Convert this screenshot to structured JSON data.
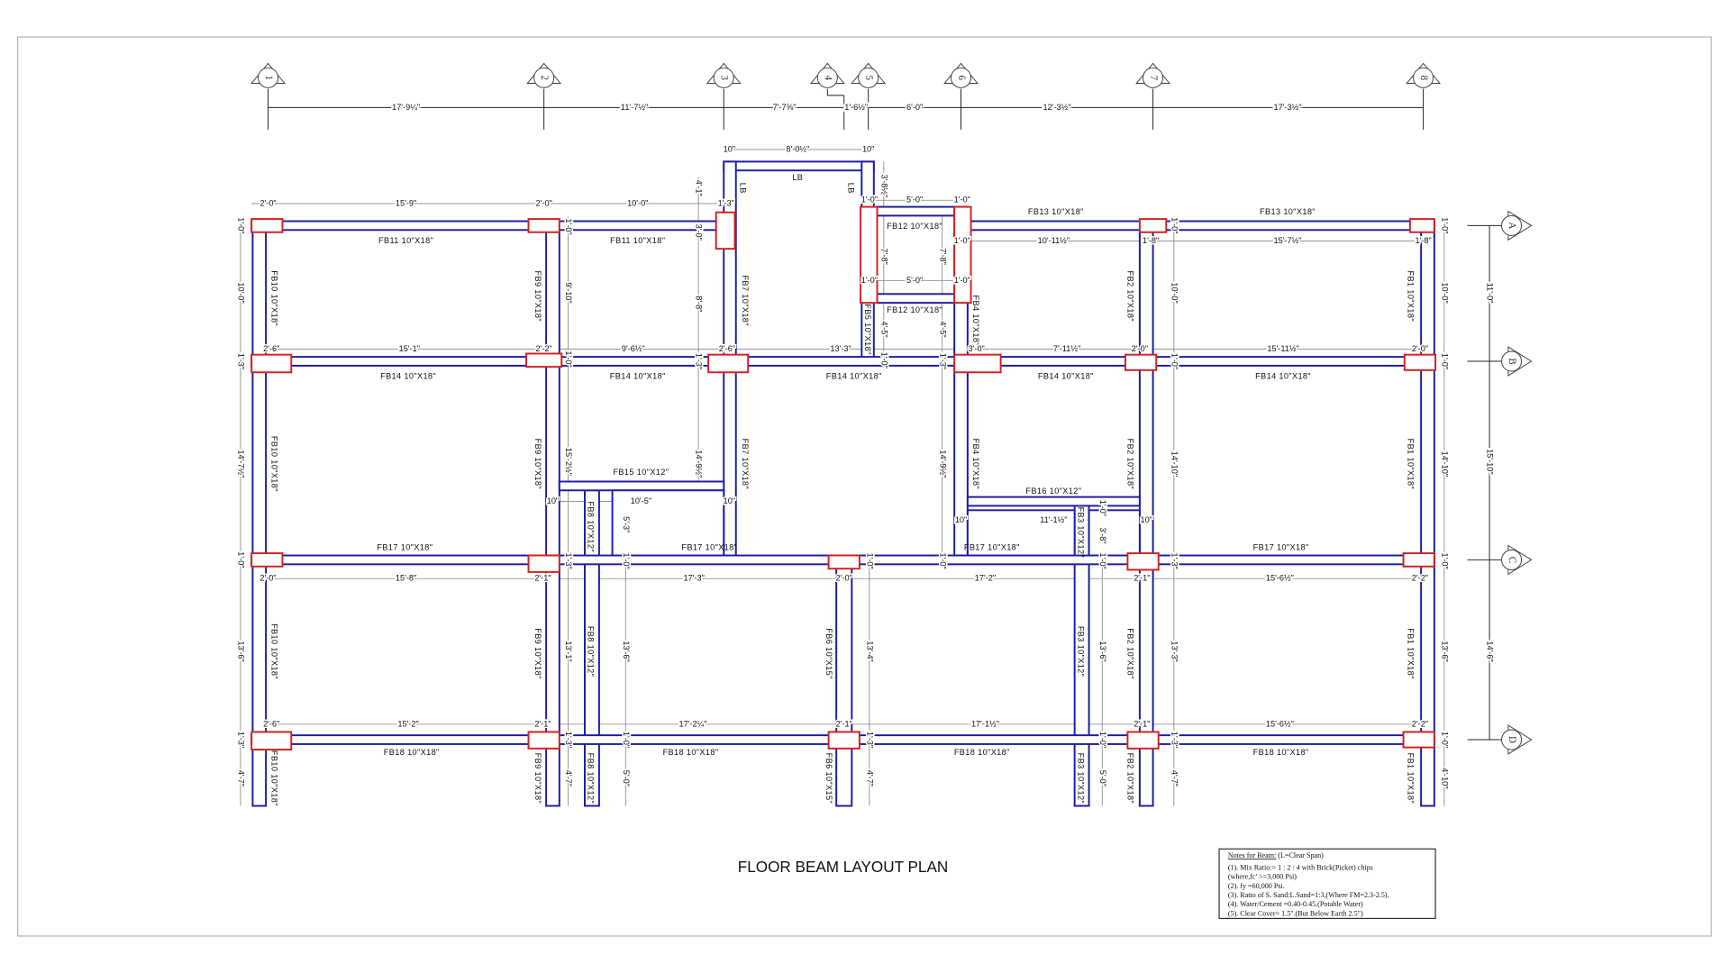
{
  "title": "FLOOR BEAM LAYOUT PLAN",
  "grid_columns": [
    "1",
    "2",
    "3",
    "4",
    "5",
    "6",
    "7",
    "8"
  ],
  "grid_rows": [
    "A",
    "B",
    "C",
    "D"
  ],
  "grid_spacing_labels": [
    "17'-9¼\"",
    "11'-7½\"",
    "7'-7⅝\"",
    "1'-6½\"",
    "6'-0\"",
    "12'-3½\"",
    "17'-3½\""
  ],
  "row_spacing_labels": [
    "11'-0\"",
    "15'-10\"",
    "14'-6\""
  ],
  "beam_labels": [
    "FB11  10\"X18\"",
    "FB11  10\"X18\"",
    "FB13  10\"X18\"",
    "FB13  10\"X18\"",
    "FB12  10\"X18\"",
    "FB12  10\"X18\"",
    "FB14  10\"X18\"",
    "FB14  10\"X18\"",
    "FB14  10\"X18\"",
    "FB14  10\"X18\"",
    "FB14  10\"X18\"",
    "FB15  10\"X12\"",
    "FB16  10\"X12\"",
    "FB17  10\"X18\"",
    "FB17  10\"X18\"",
    "FB17  10\"X18\"",
    "FB17  10\"X18\"",
    "FB18  10\"X18\"",
    "FB18  10\"X18\"",
    "FB18  10\"X18\"",
    "FB18  10\"X18\"",
    "LB",
    "LB",
    "LB",
    "FB10  10\"X18\"",
    "FB10  10\"X18\"",
    "FB10  10\"X18\"",
    "FB10  10\"X18\"",
    "FB9  10\"X18\"",
    "FB9  10\"X18\"",
    "FB9  10\"X18\"",
    "FB9  10\"X18\"",
    "FB7  10\"X18\"",
    "FB7  10\"X18\"",
    "FB5  10\"X18\"",
    "FB4  10\"X18\"",
    "FB4  10\"X18\"",
    "FB8  10\"X12\"",
    "FB8  10\"X12\"",
    "FB8  10\"X12\"",
    "FB6  10\"X15\"",
    "FB6  10\"X15\"",
    "FB3  10\"X12\"",
    "FB3  10\"X12\"",
    "FB3  10\"X12\"",
    "FB2  10\"X18\"",
    "FB2  10\"X18\"",
    "FB2  10\"X18\"",
    "FB2  10\"X18\"",
    "FB1 10\"X18\"",
    "FB1 10\"X18\"",
    "FB1 10\"X18\"",
    "FB1 10\"X18\""
  ],
  "dimensions": [
    "2'-0\"",
    "15'-9\"",
    "2'-0\"",
    "10'-0\"",
    "1'-3\"",
    "1'-0\"",
    "5'-0\"",
    "1'-0\"",
    "8'-0½\"",
    "10\"",
    "10\"",
    "1'-0\"",
    "10'-11½\"",
    "1'-8\"",
    "15'-7½\"",
    "1'-8\"",
    "1'-0\"",
    "5'-0\"",
    "1'-0\"",
    "2'-6\"",
    "15'-1\"",
    "2'-2\"",
    "9'-6½\"",
    "2'-6\"",
    "13'-3\"",
    "3'-0\"",
    "7'-11½\"",
    "2'-0\"",
    "15'-11½\"",
    "2'-0\"",
    "10\"",
    "10'-5\"",
    "10\"",
    "10\"",
    "11'-1½\"",
    "10\"",
    "2'-0\"",
    "15'-8\"",
    "2'-1\"",
    "17'-3\"",
    "2'-0\"",
    "17'-2\"",
    "2'-1\"",
    "15'-6½\"",
    "2'-2\"",
    "2'-6\"",
    "15'-2\"",
    "2'-1\"",
    "17'-2¼\"",
    "2'-1\"",
    "17'-1½\"",
    "2'-1\"",
    "15'-6½\"",
    "2'-2\"",
    "1'-0\"",
    "10'-0\"",
    "1'-3\"",
    "14'-7½\"",
    "1'-0\"",
    "13'-6\"",
    "1'-3\"",
    "4'-7\"",
    "1'-0\"",
    "9'-10\"",
    "1'-0\"",
    "15'-2½\"",
    "1'-3\"",
    "13'-1\"",
    "1'-3\"",
    "4'-7\"",
    "4'-1\"",
    "3'-0\"",
    "8'-8\"",
    "1'-3\"",
    "14'-9½\"",
    "5'-3\"",
    "1'-0\"",
    "13'-6\"",
    "1'-0\"",
    "5'-0\"",
    "3'-8½\"",
    "7'-8\"",
    "4'-5\"",
    "1'-0\"",
    "7'-8\"",
    "4'-5\"",
    "1'-3\"",
    "14'-9½\"",
    "1'-0\"",
    "1'-0\"",
    "13'-4\"",
    "1'-3\"",
    "4'-7\"",
    "1'-0\"",
    "3'-8\"",
    "1'-0\"",
    "13'-6\"",
    "1'-0\"",
    "5'-0\"",
    "1'-0\"",
    "10'-0\"",
    "1'-0\"",
    "14'-10\"",
    "1'-3\"",
    "13'-3\"",
    "1'-3\"",
    "4'-7\"",
    "1'-0\"",
    "10'-0\"",
    "1'-0\"",
    "14'-10\"",
    "1'-0\"",
    "13'-6\"",
    "1'-0\"",
    "4'-10\""
  ],
  "notes": {
    "heading": "Notes for Beam:",
    "heading_suffix": " (L=Clear Span)",
    "lines": [
      "(1). Mix Ratio:= 1 : 2 : 4 with Brick(Picket) chips",
      "(where,fc' >=3,000 Psi)",
      "(2). fy =60,000 Psi.",
      "(3). Ratio of S. Sand:L.Sand=1:3,(Where FM=2.3-2.5).",
      "(4). Water/Cement =0.40-0.45.(Potable Water)",
      "(5). Clear Cover= 1.5\".(But Below Earth 2.5\")"
    ]
  },
  "colors": {
    "beam": "#1c1ca6",
    "column": "#d42020"
  }
}
